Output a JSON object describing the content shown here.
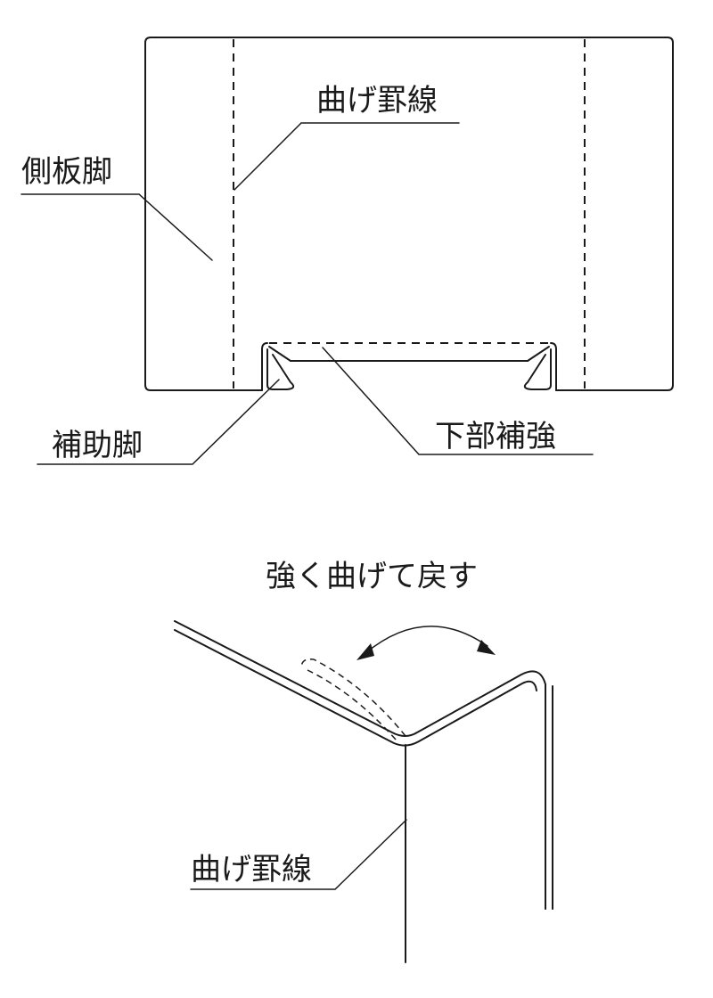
{
  "top_diagram": {
    "fold_line_label": "曲げ罫線",
    "side_leg_label": "側板脚",
    "aux_leg_label": "補助脚",
    "bottom_reinforcement_label": "下部補強"
  },
  "bottom_diagram": {
    "instruction_label": "強く曲げて戻す",
    "fold_line_label": "曲げ罫線"
  }
}
